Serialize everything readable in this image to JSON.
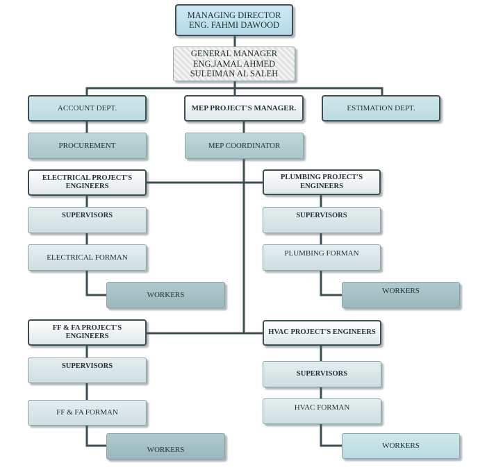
{
  "managing_director": {
    "title": "MANAGING DIRECTOR",
    "name": "ENG. FAHMI DAWOOD"
  },
  "general_manager": {
    "title": "GENERAL MANAGER",
    "name_line1": "ENG.JAMAL AHMED",
    "name_line2": "SULEIMAN AL SALEH"
  },
  "account_dept": "ACCOUNT DEPT.",
  "mep_manager": "MEP PROJECT'S MANAGER.",
  "estimation_dept": "ESTIMATION DEPT.",
  "procurement": "PROCUREMENT",
  "mep_coordinator": "MEP COORDINATOR",
  "electrical": {
    "engineers_line1": "ELECTRICAL PROJECT'S",
    "engineers_line2": "ENGINEERS",
    "supervisors": "SUPERVISORS",
    "foreman": "ELECTRICAL FORMAN",
    "workers": "WORKERS"
  },
  "plumbing": {
    "engineers_line1": "PLUMBING PROJECT'S",
    "engineers_line2": "ENGINEERS",
    "supervisors": "SUPERVISORS",
    "foreman": "PLUMBING FORMAN",
    "workers": "WORKERS"
  },
  "fffa": {
    "engineers_line1": "FF & FA PROJECT'S",
    "engineers_line2": "ENGINEERS",
    "supervisors": "SUPERVISORS",
    "foreman": "FF & FA FORMAN",
    "workers": "WORKERS"
  },
  "hvac": {
    "engineers": "HVAC PROJECT'S ENGINEERS",
    "supervisors": "SUPERVISORS",
    "foreman": "HVAC FORMAN",
    "workers": "WORKERS"
  }
}
